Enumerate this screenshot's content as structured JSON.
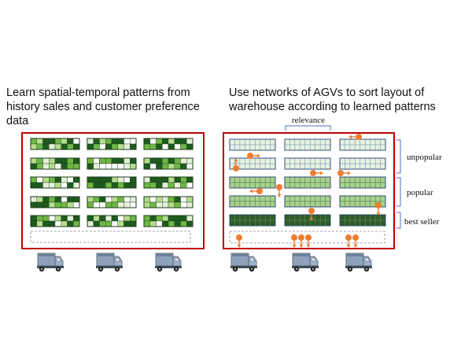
{
  "left_panel": {
    "caption": "Learn spatial-temporal patterns from history sales and customer preference data"
  },
  "right_panel": {
    "caption": "Use networks of AGVs to sort layout of warehouse according to learned patterns",
    "relevance_label": "relevance",
    "tier_labels": [
      "unpopular",
      "popular",
      "best seller"
    ]
  },
  "colors": {
    "frame": "#c00000",
    "rack_border": "#1f3b6e",
    "dark_green": "#1e5b1e",
    "mid_green": "#6fb744",
    "light_green": "#b6dd8e",
    "pale_green": "#e4f1d8",
    "unpopular_fill": "#e7f2df",
    "popular_fill": "#a9d18e",
    "bestseller_fill": "#2f5d2a",
    "agv": "#ed7d31",
    "bracket": "#4472c4",
    "truck_body": "#8ea3bb"
  },
  "icons": [
    "delivery-truck-icon",
    "agv-robot-icon"
  ]
}
